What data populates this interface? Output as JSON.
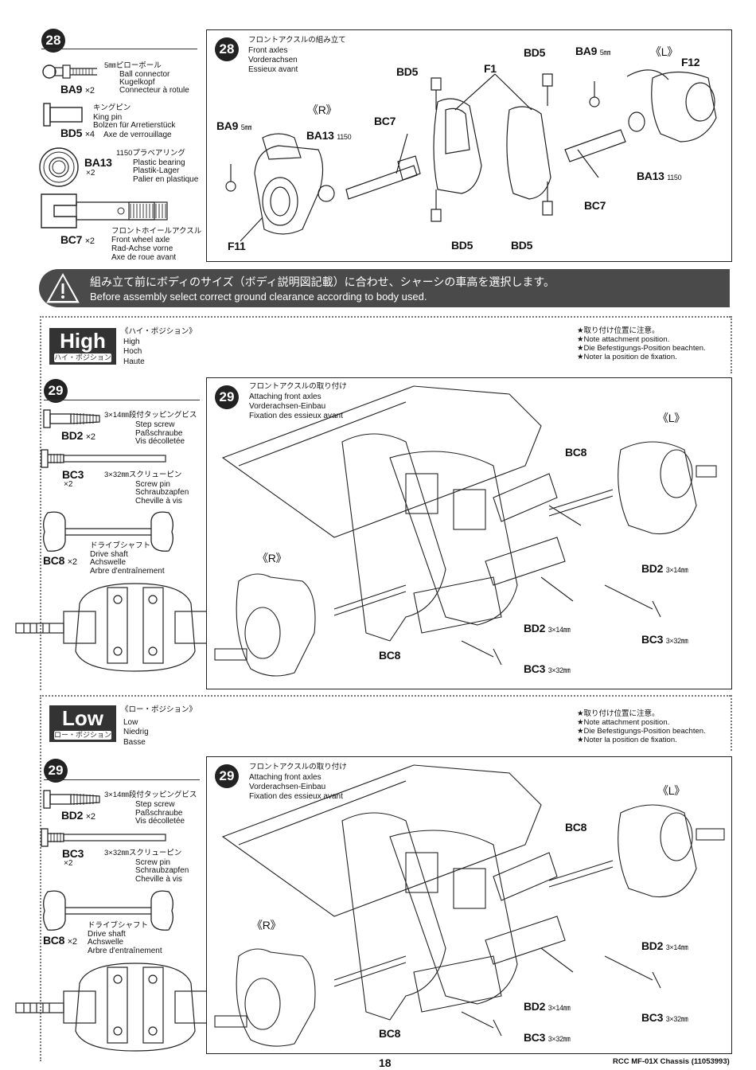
{
  "step28": {
    "number": "28",
    "parts": [
      {
        "code": "BA9",
        "qty": "×2",
        "jp": "5㎜ピローボール",
        "en": "Ball connector",
        "de": "Kugelkopf",
        "fr": "Connecteur à rotule"
      },
      {
        "code": "BD5",
        "qty": "×4",
        "jp": "キングピン",
        "en": "King pin",
        "de": "Bolzen für Arretierstück",
        "fr": "Axe de verrouillage"
      },
      {
        "code": "BA13",
        "qty": "×2",
        "jp": "1150プラベアリング",
        "en": "Plastic bearing",
        "de": "Plastik-Lager",
        "fr": "Palier en plastique"
      },
      {
        "code": "BC7",
        "qty": "×2",
        "jp": "フロントホイールアクスル",
        "en": "Front wheel axle",
        "de": "Rad-Achse vorne",
        "fr": "Axe de roue avant"
      }
    ],
    "title_jp": "フロントアクスルの組み立て",
    "title_en": "Front axles",
    "title_de": "Vorderachsen",
    "title_fr": "Essieux avant",
    "labels": {
      "bd5_a": "BD5",
      "bd5_b": "BD5",
      "bd5_c": "BD5",
      "bd5_d": "BD5",
      "ba9_left": "BA9",
      "ba9_right": "BA9",
      "size5": "5㎜",
      "f1": "F1",
      "f11": "F11",
      "f12": "F12",
      "ba13_left": "BA13",
      "ba13_right": "BA13",
      "size1150": "1150",
      "bc7_left": "BC7",
      "bc7_right": "BC7",
      "right_mark": "《R》",
      "left_mark": "《L》"
    }
  },
  "warning": {
    "jp": "組み立て前にボディのサイズ（ボディ説明図記載）に合わせ、シャーシの車高を選択します。",
    "en": "Before assembly select correct ground clearance according to body used."
  },
  "high": {
    "badge": "High",
    "badge_jp": "ハイ・ポジション",
    "jp": "《ハイ・ポジション》",
    "en": "High",
    "de": "Hoch",
    "fr": "Haute"
  },
  "low": {
    "badge": "Low",
    "badge_jp": "ロー・ポジション",
    "jp": "《ロー・ポジション》",
    "en": "Low",
    "de": "Niedrig",
    "fr": "Basse"
  },
  "attach_note": {
    "jp": "★取り付け位置に注意。",
    "en": "★Note attachment position.",
    "de": "★Die Befestigungs-Position beachten.",
    "fr": "★Noter la position de fixation."
  },
  "step29": {
    "number": "29",
    "parts": [
      {
        "code": "BD2",
        "qty": "×2",
        "jp": "3×14㎜段付タッピングビス",
        "en": "Step screw",
        "de": "Paßschraube",
        "fr": "Vis décolletée"
      },
      {
        "code": "BC3",
        "qty": "×2",
        "jp": "3×32㎜スクリューピン",
        "en": "Screw pin",
        "de": "Schraubzapfen",
        "fr": "Cheville à vis"
      },
      {
        "code": "BC8",
        "qty": "×2",
        "jp": "ドライブシャフト",
        "en": "Drive shaft",
        "de": "Achswelle",
        "fr": "Arbre d'entraînement"
      }
    ],
    "title_jp": "フロントアクスルの取り付け",
    "title_en": "Attaching front axles",
    "title_de": "Vorderachsen-Einbau",
    "title_fr": "Fixation des essieux avant",
    "labels": {
      "bc8_top": "BC8",
      "bc8_bottom": "BC8",
      "bd2_right": "BD2",
      "bd2_bottom": "BD2",
      "size3x14": "3×14㎜",
      "bc3_right": "BC3",
      "bc3_bottom": "BC3",
      "size3x32": "3×32㎜",
      "right_mark": "《R》",
      "left_mark": "《L》"
    }
  },
  "footer": {
    "page": "18",
    "doc": "RCC MF-01X Chassis (11053993)"
  }
}
